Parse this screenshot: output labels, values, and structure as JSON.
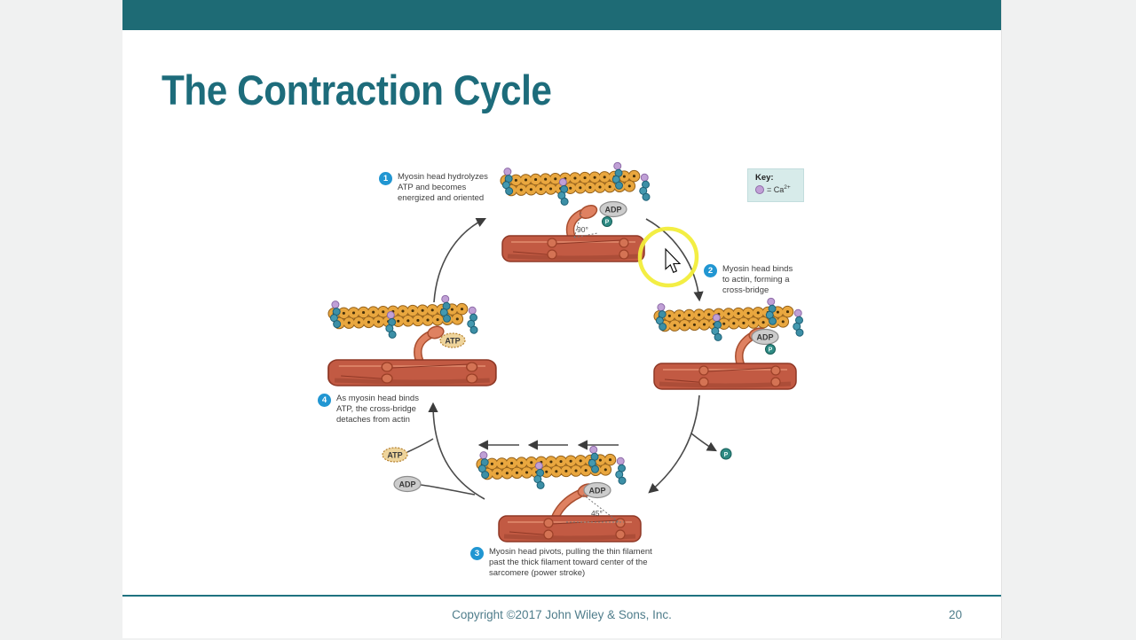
{
  "slide": {
    "title": "The Contraction Cycle"
  },
  "footer": {
    "copyright": "Copyright ©2017 John Wiley & Sons, Inc.",
    "page_number": "20"
  },
  "key": {
    "heading": "Key:",
    "ca_base": "= Ca",
    "ca_sup": "2+"
  },
  "steps": [
    {
      "number": "1",
      "lines": [
        "Myosin head hydrolyzes",
        "ATP and becomes",
        "energized and oriented"
      ]
    },
    {
      "number": "2",
      "lines": [
        "Myosin head binds",
        "to actin, forming a",
        "cross-bridge"
      ]
    },
    {
      "number": "3",
      "lines": [
        "Myosin head pivots, pulling the thin filament",
        "past the thick filament toward center of the",
        "sarcomere (power stroke)"
      ]
    },
    {
      "number": "4",
      "lines": [
        "As myosin head binds",
        "ATP, the cross-bridge",
        "detaches from actin"
      ]
    }
  ],
  "molecule_labels": {
    "adp": "ADP",
    "atp": "ATP",
    "phosphate": "P"
  },
  "angle_labels": {
    "step1": "90°",
    "step3": "45°"
  },
  "colors": {
    "top_bar": "#1E6B75",
    "title": "#1D6C7B",
    "step_badge": "#2196D2",
    "highlight_circle": "#F2ED3A",
    "key_background": "#D7EBEA",
    "footer_text": "#4F7D8B",
    "thin_filament_actin": "#E9A73F",
    "thick_filament": "#C25A43",
    "myosin_head": "#DF8161",
    "phosphate_ball": "#2F8B84",
    "calcium_ball": "#C0A0D6"
  }
}
